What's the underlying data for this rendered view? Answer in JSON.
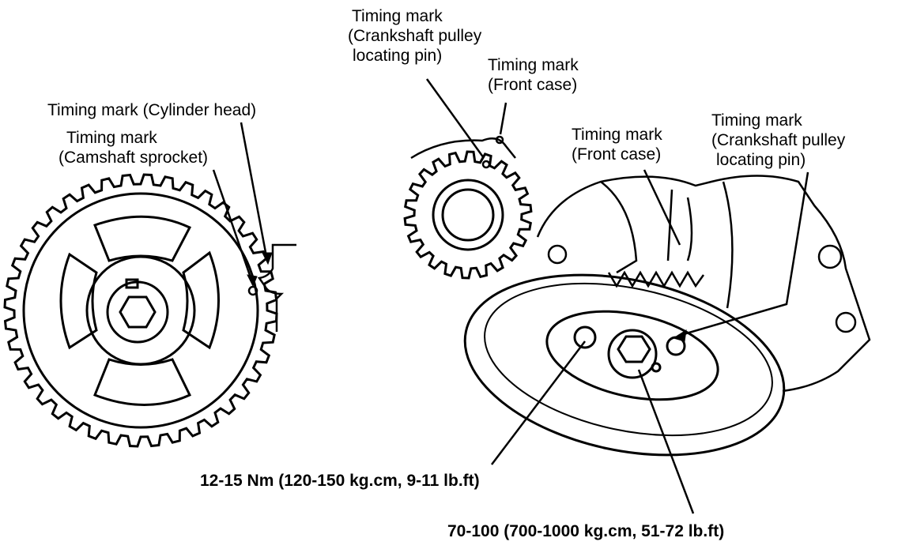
{
  "labels": {
    "cyl_head": "Timing mark (Cylinder head)",
    "cam_sprocket": [
      "Timing mark",
      "(Camshaft sprocket)"
    ],
    "crank_pin_top": [
      "Timing mark",
      "(Crankshaft pulley",
      "locating pin)"
    ],
    "front_case_top": [
      "Timing mark",
      "(Front case)"
    ],
    "front_case_mid": [
      "Timing mark",
      "(Front case)"
    ],
    "crank_pin_right": [
      "Timing mark",
      "(Crankshaft pulley",
      "locating pin)"
    ],
    "torque_small": "12-15 Nm (120-150 kg.cm, 9-11 lb.ft)",
    "torque_large": "70-100 (700-1000 kg.cm, 51-72 lb.ft)"
  }
}
